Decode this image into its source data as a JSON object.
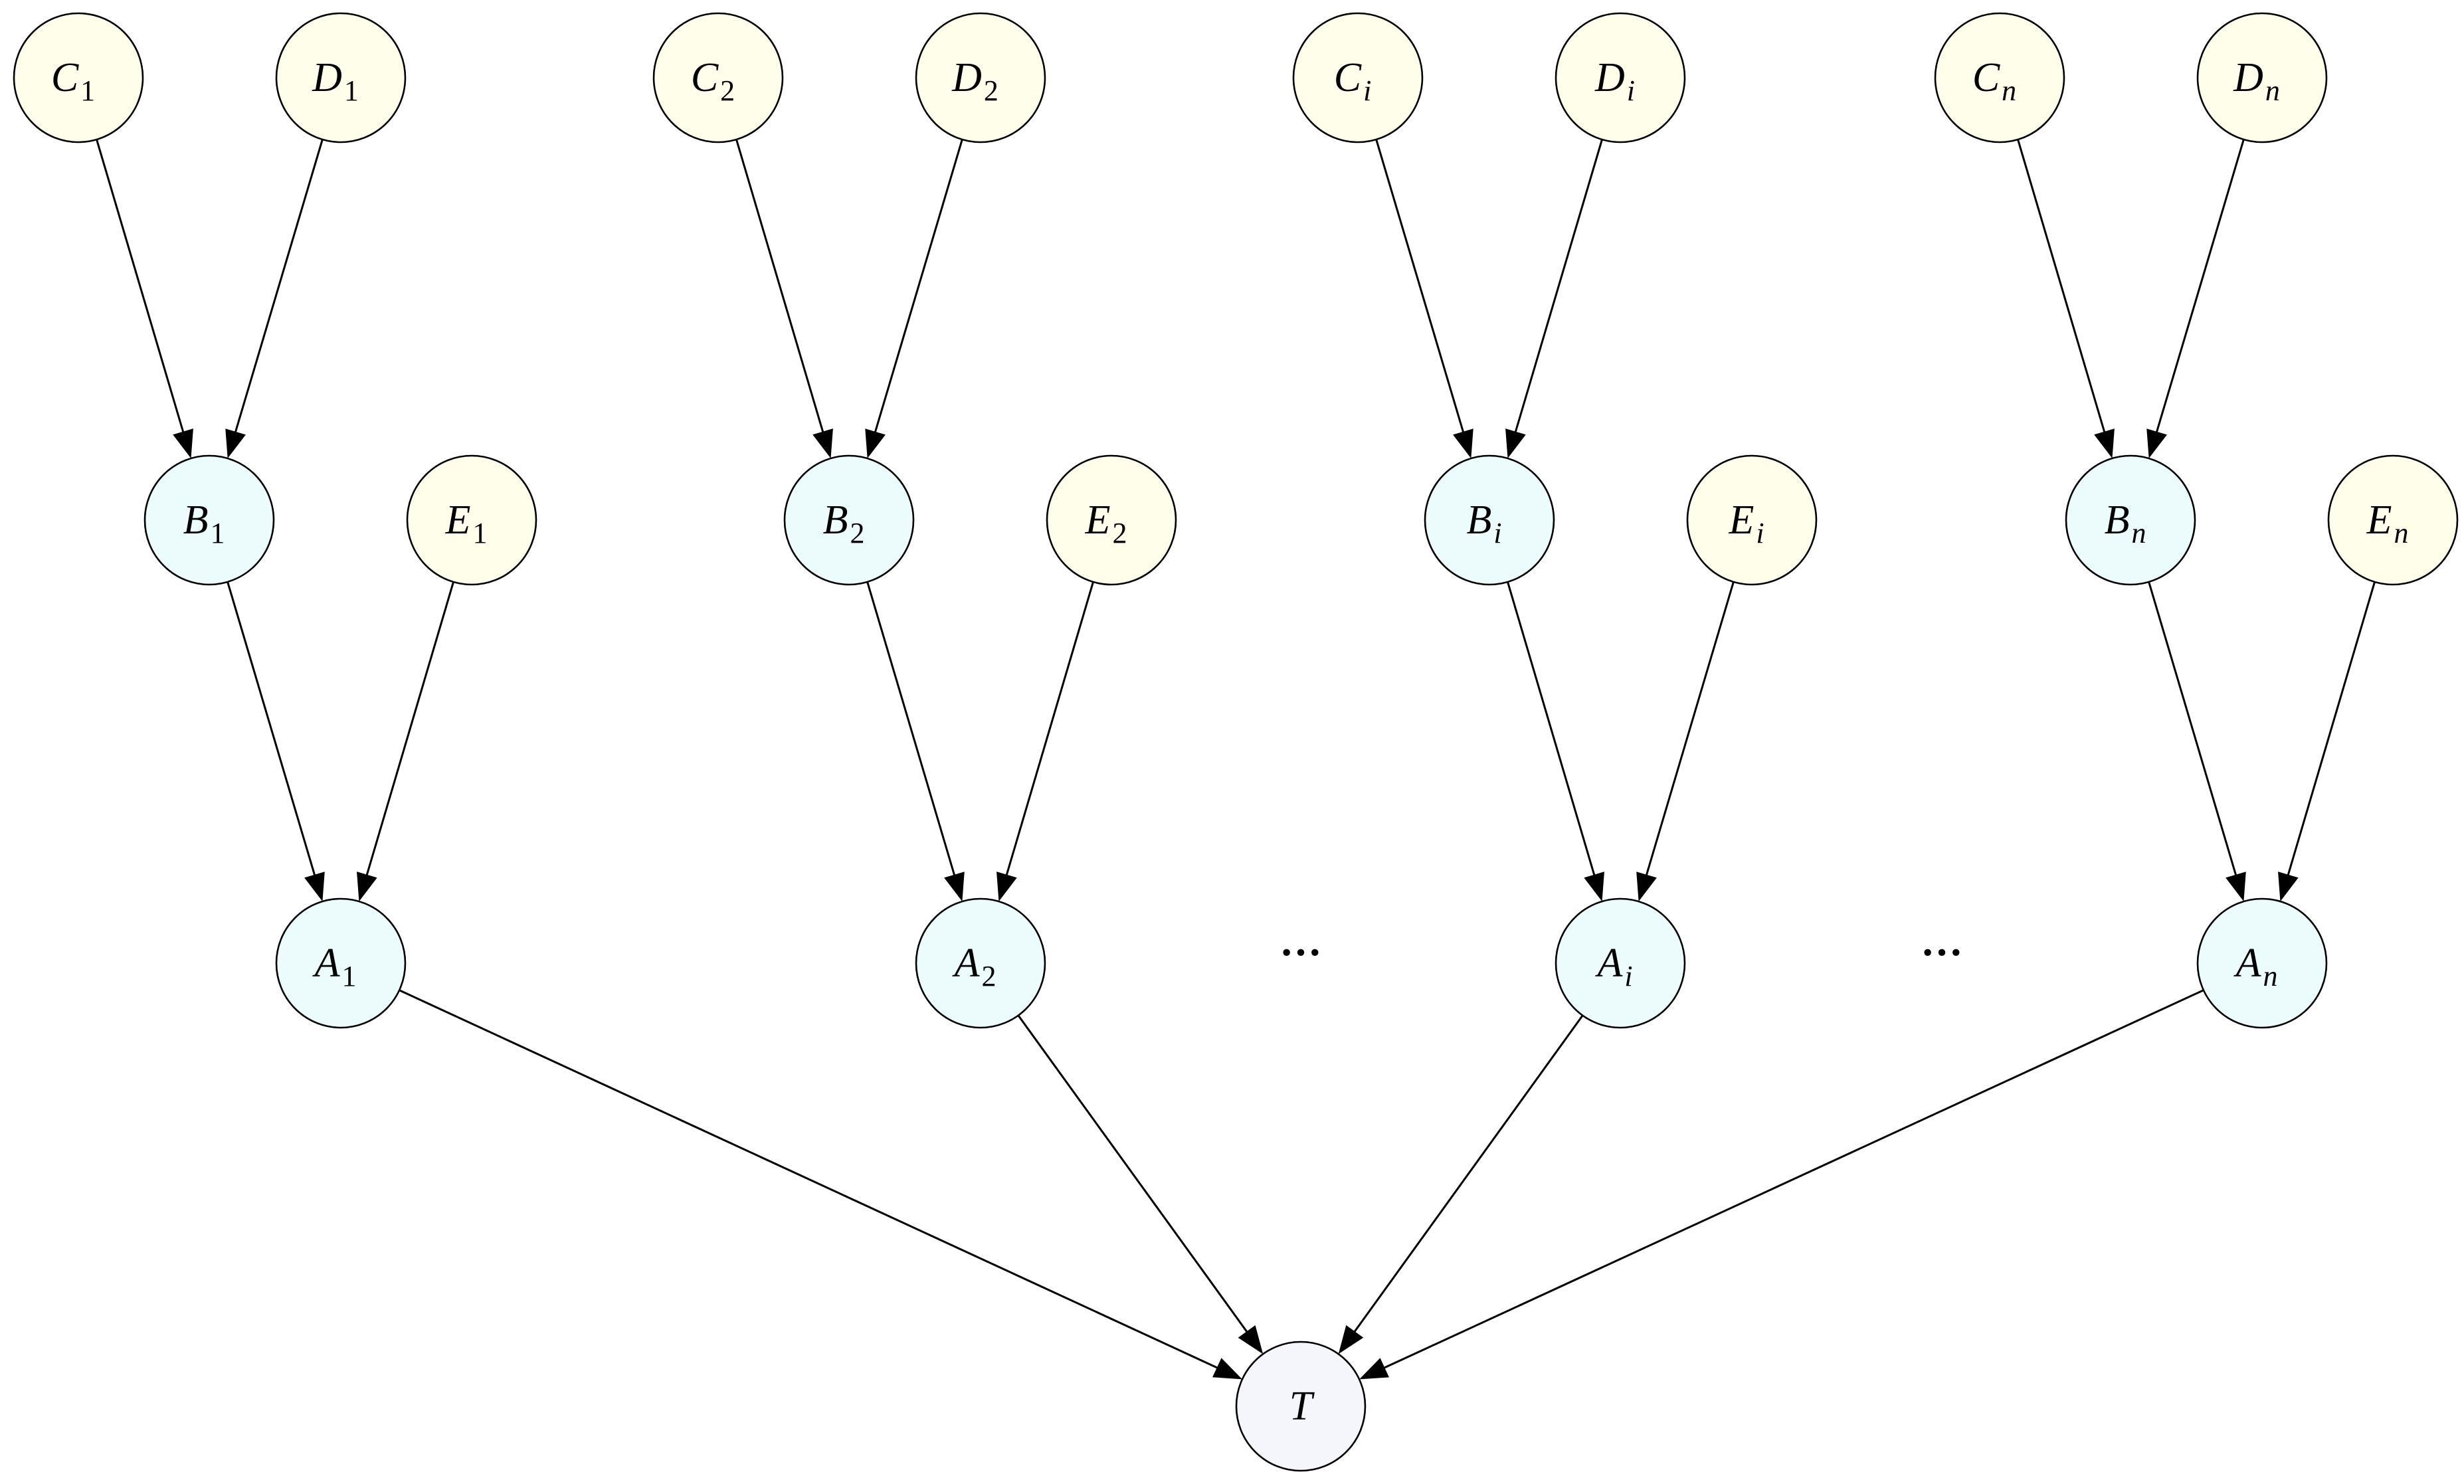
{
  "colors": {
    "leaf_fill": "#fefeeb",
    "intermediate_fill": "#ecfbfb",
    "root_fill": "#f5f6fb",
    "stroke": "#000000"
  },
  "nodes": [
    {
      "id": "C1",
      "letter": "C",
      "sub": "1",
      "kind": "leaf"
    },
    {
      "id": "D1",
      "letter": "D",
      "sub": "1",
      "kind": "leaf"
    },
    {
      "id": "C2",
      "letter": "C",
      "sub": "2",
      "kind": "leaf"
    },
    {
      "id": "D2",
      "letter": "D",
      "sub": "2",
      "kind": "leaf"
    },
    {
      "id": "Ci",
      "letter": "C",
      "sub": "i",
      "kind": "leaf"
    },
    {
      "id": "Di",
      "letter": "D",
      "sub": "i",
      "kind": "leaf"
    },
    {
      "id": "Cn",
      "letter": "C",
      "sub": "n",
      "kind": "leaf"
    },
    {
      "id": "Dn",
      "letter": "D",
      "sub": "n",
      "kind": "leaf"
    },
    {
      "id": "B1",
      "letter": "B",
      "sub": "1",
      "kind": "intermediate"
    },
    {
      "id": "E1",
      "letter": "E",
      "sub": "1",
      "kind": "leaf"
    },
    {
      "id": "B2",
      "letter": "B",
      "sub": "2",
      "kind": "intermediate"
    },
    {
      "id": "E2",
      "letter": "E",
      "sub": "2",
      "kind": "leaf"
    },
    {
      "id": "Bi",
      "letter": "B",
      "sub": "i",
      "kind": "intermediate"
    },
    {
      "id": "Ei",
      "letter": "E",
      "sub": "i",
      "kind": "leaf"
    },
    {
      "id": "Bn",
      "letter": "B",
      "sub": "n",
      "kind": "intermediate"
    },
    {
      "id": "En",
      "letter": "E",
      "sub": "n",
      "kind": "leaf"
    },
    {
      "id": "A1",
      "letter": "A",
      "sub": "1",
      "kind": "intermediate"
    },
    {
      "id": "A2",
      "letter": "A",
      "sub": "2",
      "kind": "intermediate"
    },
    {
      "id": "Ai",
      "letter": "A",
      "sub": "i",
      "kind": "intermediate"
    },
    {
      "id": "An",
      "letter": "A",
      "sub": "n",
      "kind": "intermediate"
    },
    {
      "id": "T",
      "letter": "T",
      "sub": "",
      "kind": "root"
    }
  ],
  "edges": [
    {
      "from": "C1",
      "to": "B1"
    },
    {
      "from": "D1",
      "to": "B1"
    },
    {
      "from": "C2",
      "to": "B2"
    },
    {
      "from": "D2",
      "to": "B2"
    },
    {
      "from": "Ci",
      "to": "Bi"
    },
    {
      "from": "Di",
      "to": "Bi"
    },
    {
      "from": "Cn",
      "to": "Bn"
    },
    {
      "from": "Dn",
      "to": "Bn"
    },
    {
      "from": "B1",
      "to": "A1"
    },
    {
      "from": "E1",
      "to": "A1"
    },
    {
      "from": "B2",
      "to": "A2"
    },
    {
      "from": "E2",
      "to": "A2"
    },
    {
      "from": "Bi",
      "to": "Ai"
    },
    {
      "from": "Ei",
      "to": "Ai"
    },
    {
      "from": "Bn",
      "to": "An"
    },
    {
      "from": "En",
      "to": "An"
    },
    {
      "from": "A1",
      "to": "T"
    },
    {
      "from": "A2",
      "to": "T"
    },
    {
      "from": "Ai",
      "to": "T"
    },
    {
      "from": "An",
      "to": "T"
    }
  ],
  "ellipses": [
    {
      "id": "ellipsis-a2-ai",
      "text": "···"
    },
    {
      "id": "ellipsis-ai-an",
      "text": "···"
    }
  ]
}
